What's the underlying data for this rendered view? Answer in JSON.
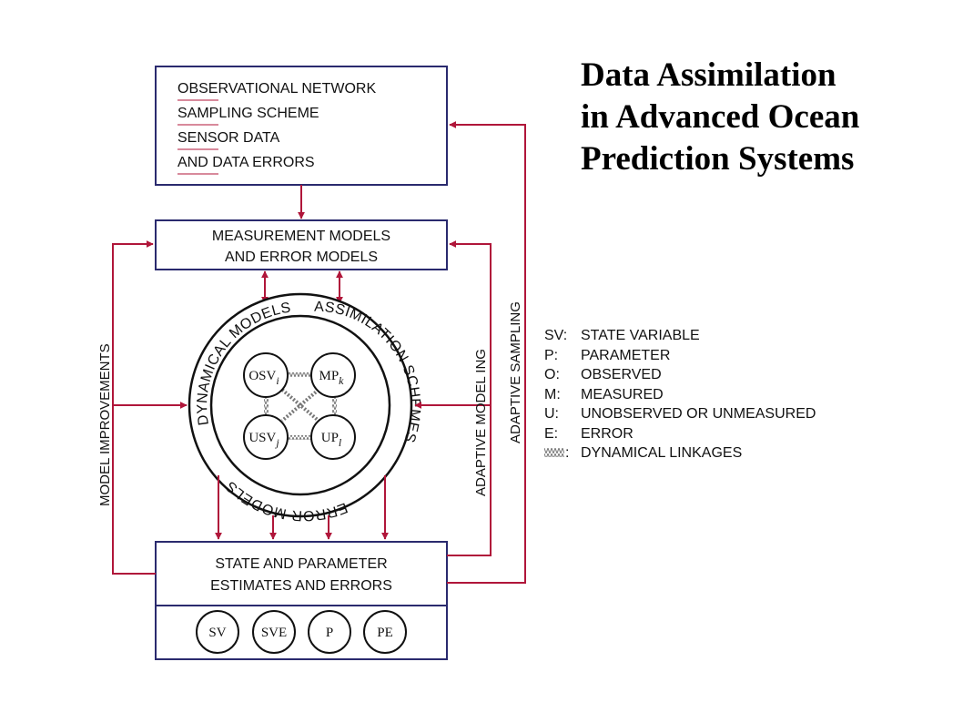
{
  "title": {
    "line1": "Data Assimilation",
    "line2": "in Advanced Ocean",
    "line3": "Prediction Systems"
  },
  "observational_box": {
    "lines": [
      "OBSERVATIONAL NETWORK",
      "SAMPLING SCHEME",
      "SENSOR DATA",
      "AND DATA ERRORS"
    ]
  },
  "measurement_box": {
    "line1": "MEASUREMENT MODELS",
    "line2": "AND ERROR MODELS"
  },
  "state_box": {
    "line1": "STATE AND PARAMETER",
    "line2": "ESTIMATES AND ERRORS",
    "circles": [
      "SV",
      "SVE",
      "P",
      "PE"
    ]
  },
  "core": {
    "ring_labels": [
      "DYNAMICAL MODELS",
      "ASSIMILATION SCHEMES",
      "ERROR MODELS"
    ],
    "nodes": [
      {
        "base": "OSV",
        "sub": "i"
      },
      {
        "base": "MP",
        "sub": "k"
      },
      {
        "base": "USV",
        "sub": "j"
      },
      {
        "base": "UP",
        "sub": "l"
      }
    ]
  },
  "feedback_labels": {
    "left": "MODEL IMPROVEMENTS",
    "right_inner": "ADAPTIVE MODEL ING",
    "right_outer": "ADAPTIVE SAMPLING"
  },
  "legend": [
    {
      "key": "SV:",
      "value": "STATE VARIABLE"
    },
    {
      "key": "P:",
      "value": "PARAMETER"
    },
    {
      "key": "O:",
      "value": "OBSERVED"
    },
    {
      "key": "M:",
      "value": "MEASURED"
    },
    {
      "key": "U:",
      "value": "UNOBSERVED OR UNMEASURED"
    },
    {
      "key": "E:",
      "value": "ERROR"
    },
    {
      "key": ":",
      "value": "DYNAMICAL LINKAGES"
    }
  ],
  "colors": {
    "arrow": "#b0163a",
    "box_border": "#2a2a6e",
    "text": "#111111"
  }
}
